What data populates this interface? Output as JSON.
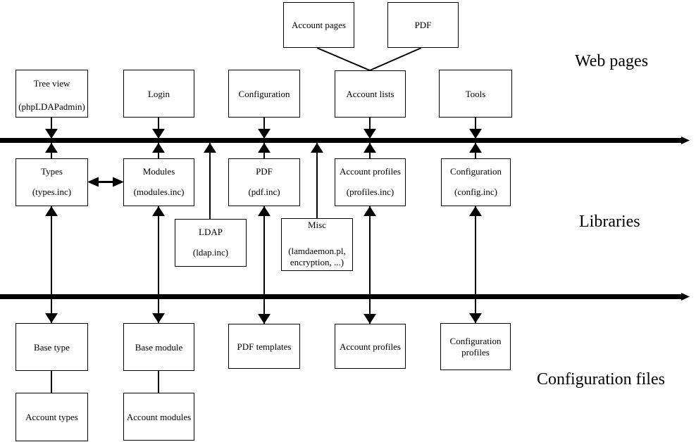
{
  "layer_labels": {
    "web_pages": "Web pages",
    "libraries": "Libraries",
    "configuration_files": "Configuration files"
  },
  "boxes": {
    "account_pages": {
      "label": "Account pages"
    },
    "pdf_top": {
      "label": "PDF"
    },
    "tree_view": {
      "line1": "Tree view",
      "line2": "(phpLDAPadmin)"
    },
    "login": {
      "label": "Login"
    },
    "configuration_web": {
      "label": "Configuration"
    },
    "account_lists": {
      "label": "Account lists"
    },
    "tools": {
      "label": "Tools"
    },
    "types": {
      "line1": "Types",
      "line2": "(types.inc)"
    },
    "modules": {
      "line1": "Modules",
      "line2": "(modules.inc)"
    },
    "pdf_lib": {
      "line1": "PDF",
      "line2": "(pdf.inc)"
    },
    "account_profiles_lib": {
      "line1": "Account profiles",
      "line2": "(profiles.inc)"
    },
    "configuration_lib": {
      "line1": "Configuration",
      "line2": "(config.inc)"
    },
    "ldap": {
      "line1": "LDAP",
      "line2": "(ldap.inc)"
    },
    "misc": {
      "line1": "Misc",
      "line2": "(lamdaemon.pl,",
      "line3": "encryption, ...)"
    },
    "base_type": {
      "label": "Base type"
    },
    "base_module": {
      "label": "Base module"
    },
    "pdf_templates": {
      "label": "PDF templates"
    },
    "account_profiles_cfg": {
      "label": "Account profiles"
    },
    "configuration_profiles": {
      "line1": "Configuration",
      "line2": "profiles"
    },
    "account_types": {
      "label": "Account types"
    },
    "account_modules": {
      "label": "Account modules"
    }
  },
  "colors": {
    "background": "#ffffff",
    "line": "#000000",
    "box_border": "#000000",
    "text": "#000000"
  }
}
